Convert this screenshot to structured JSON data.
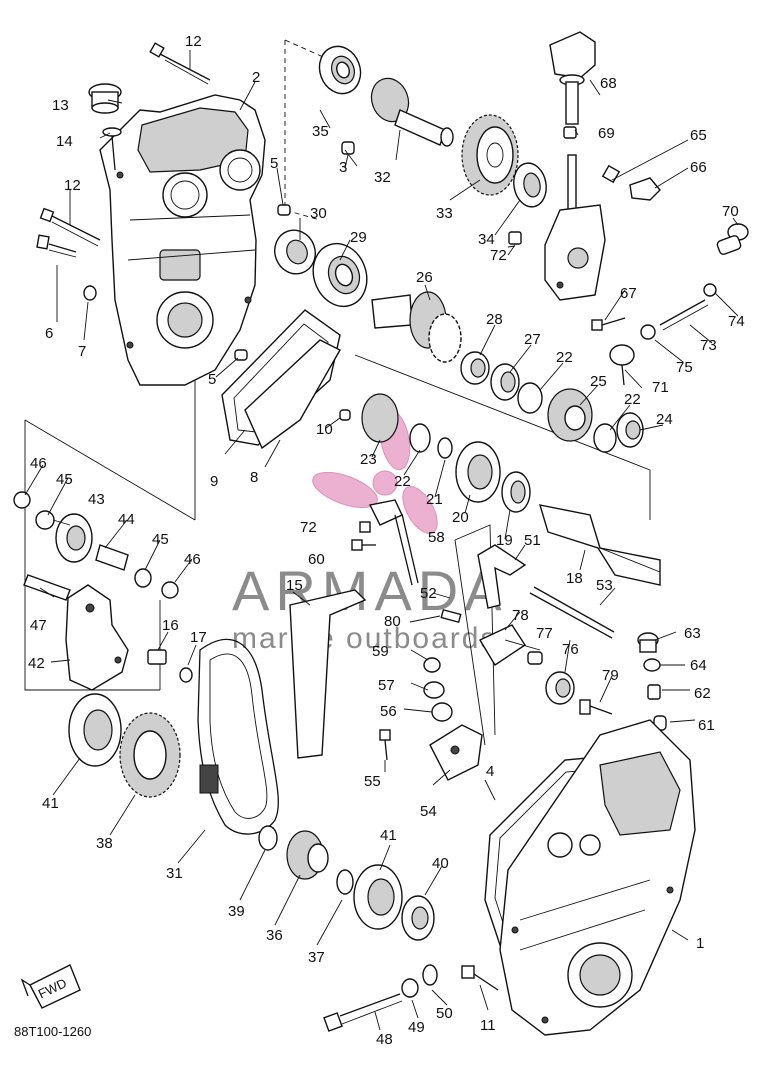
{
  "diagram": {
    "drawing_code": "88T100-1260",
    "fwd_label": "FWD",
    "watermark": {
      "name": "ARMADA",
      "tagline": "marine outboards",
      "color": "#e9a3c9"
    },
    "callouts": [
      "1",
      "2",
      "3",
      "4",
      "5",
      "5",
      "6",
      "7",
      "8",
      "9",
      "10",
      "11",
      "12",
      "12",
      "13",
      "14",
      "15",
      "16",
      "17",
      "18",
      "19",
      "20",
      "21",
      "22",
      "22",
      "22",
      "23",
      "24",
      "25",
      "26",
      "27",
      "28",
      "29",
      "30",
      "31",
      "32",
      "33",
      "34",
      "35",
      "36",
      "37",
      "38",
      "39",
      "40",
      "41",
      "41",
      "42",
      "43",
      "44",
      "45",
      "45",
      "46",
      "46",
      "47",
      "48",
      "49",
      "50",
      "51",
      "52",
      "53",
      "54",
      "55",
      "56",
      "57",
      "58",
      "59",
      "60",
      "61",
      "62",
      "63",
      "64",
      "65",
      "66",
      "67",
      "68",
      "69",
      "70",
      "71",
      "72",
      "72",
      "73",
      "74",
      "75",
      "76",
      "77",
      "78",
      "79",
      "80"
    ]
  }
}
